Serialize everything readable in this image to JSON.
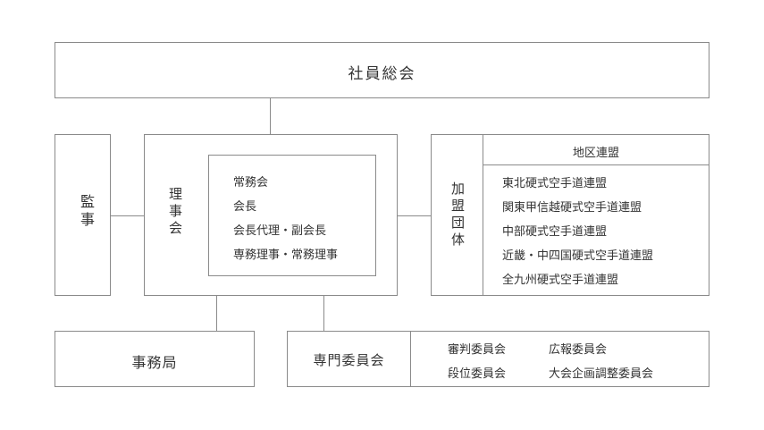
{
  "general_meeting": "社員総会",
  "auditor": "監事",
  "board": {
    "label": "理事会",
    "members": [
      "常務会",
      "会長",
      "会長代理・副会長",
      "専務理事・常務理事"
    ]
  },
  "affiliates": {
    "label": "加盟団体",
    "header": "地区連盟",
    "items": [
      "東北硬式空手道連盟",
      "関東甲信越硬式空手道連盟",
      "中部硬式空手道連盟",
      "近畿・中四国硬式空手道連盟",
      "全九州硬式空手道連盟"
    ]
  },
  "secretariat": "事務局",
  "committees": {
    "label": "専門委員会",
    "items": [
      "審判委員会",
      "広報委員会",
      "段位委員会",
      "大会企画調整委員会"
    ]
  }
}
